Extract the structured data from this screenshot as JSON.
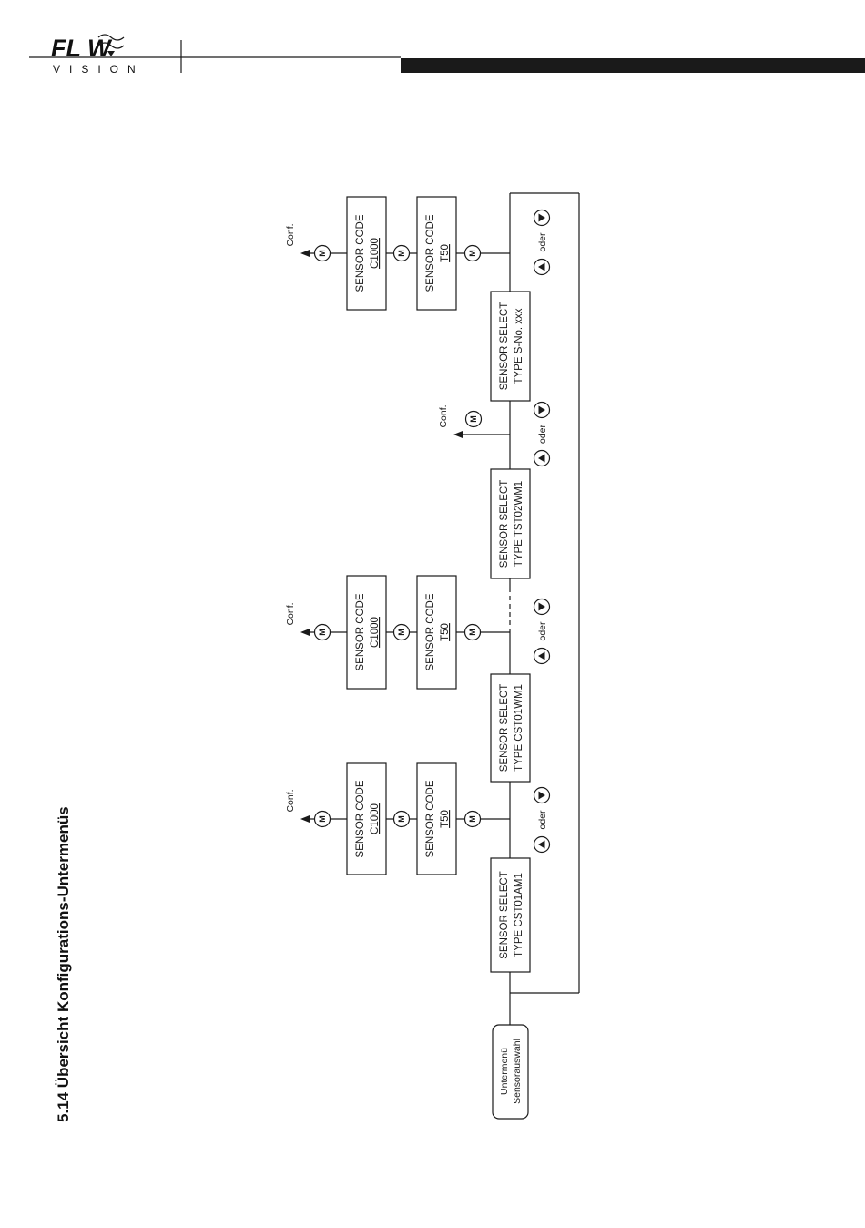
{
  "header": {
    "logo_main": "FL  W",
    "logo_sub": "VISION"
  },
  "page_title": "5.14 Übersicht Konfigurations-Untermenüs",
  "diagram": {
    "start_node": {
      "line1": "Untermenü",
      "line2": "Sensorauswahl"
    },
    "sensor_select": [
      {
        "line1": "SENSOR SELECT",
        "line2": "TYPE CST01AM1"
      },
      {
        "line1": "SENSOR SELECT",
        "line2": "TYPE CST01WM1"
      },
      {
        "line1": "SENSOR SELECT",
        "line2": "TYPE TST02WM1"
      },
      {
        "line1": "SENSOR SELECT",
        "line2": "TYPE S-No. xxx"
      }
    ],
    "sensor_code_label": "SENSOR CODE",
    "code_values": {
      "t50": "T50",
      "c1000": "C1000"
    },
    "key_m": "M",
    "oder": "oder",
    "conf": "Conf."
  }
}
